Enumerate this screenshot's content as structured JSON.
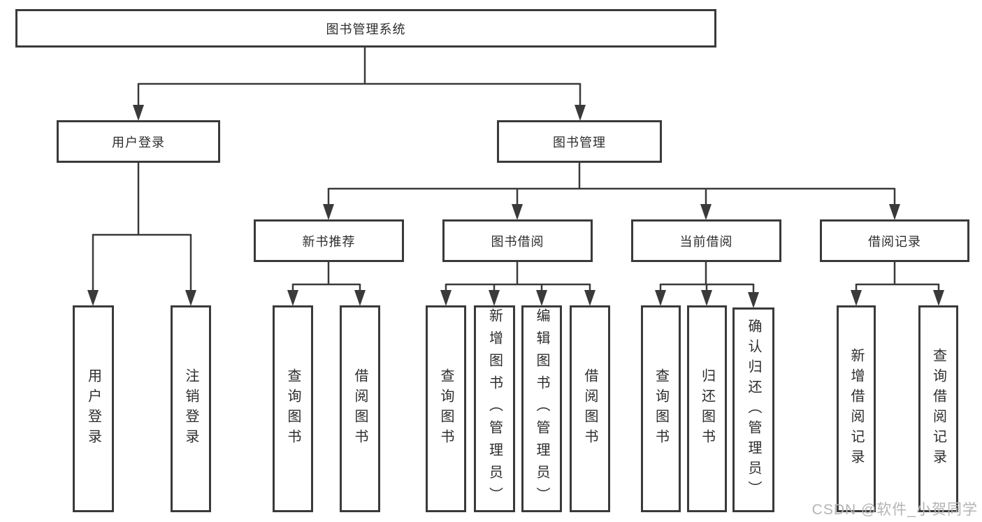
{
  "diagram": {
    "title": "图书管理系统",
    "type": "hierarchy-tree",
    "colors": {
      "line": "#3a3a3a",
      "border": "#3a3a3a",
      "text": "#2d2d2d",
      "watermark": "#b4b4b4",
      "background": "#ffffff"
    }
  },
  "nodes": {
    "root": {
      "label": "图书管理系统"
    },
    "user_login": {
      "label": "用户登录"
    },
    "book_mgmt": {
      "label": "图书管理"
    },
    "new_book_rec": {
      "label": "新书推荐"
    },
    "book_borrow": {
      "label": "图书借阅"
    },
    "current_borrow": {
      "label": "当前借阅"
    },
    "borrow_record": {
      "label": "借阅记录"
    },
    "leaf_user_login": {
      "label": "用户登录"
    },
    "leaf_logout": {
      "label": "注销登录"
    },
    "leaf_nbr_query_book": {
      "label": "查询图书"
    },
    "leaf_nbr_borrow_book": {
      "label": "借阅图书"
    },
    "leaf_bb_query_book": {
      "label": "查询图书"
    },
    "leaf_bb_add_book": {
      "label": "新增图书（管理员）"
    },
    "leaf_bb_edit_book": {
      "label": "编辑图书（管理员）"
    },
    "leaf_bb_borrow_book": {
      "label": "借阅图书"
    },
    "leaf_cb_query_book": {
      "label": "查询图书"
    },
    "leaf_cb_return_book": {
      "label": "归还图书"
    },
    "leaf_cb_confirm_return": {
      "label": "确认归还（管理员）"
    },
    "leaf_br_add_record": {
      "label": "新增借阅记录"
    },
    "leaf_br_query_record": {
      "label": "查询借阅记录"
    }
  },
  "hierarchy": {
    "图书管理系统": {
      "用户登录": [
        "用户登录",
        "注销登录"
      ],
      "图书管理": {
        "新书推荐": [
          "查询图书",
          "借阅图书"
        ],
        "图书借阅": [
          "查询图书",
          "新增图书（管理员）",
          "编辑图书（管理员）",
          "借阅图书"
        ],
        "当前借阅": [
          "查询图书",
          "归还图书",
          "确认归还（管理员）"
        ],
        "借阅记录": [
          "新增借阅记录",
          "查询借阅记录"
        ]
      }
    }
  },
  "watermark": {
    "text": "CSDN @软件_小贺同学"
  }
}
